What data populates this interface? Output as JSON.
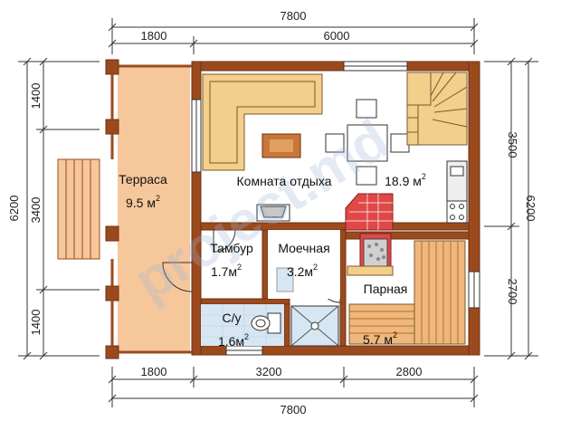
{
  "dimensions": {
    "top_total": "7800",
    "top_left": "1800",
    "top_right": "6000",
    "bottom_total": "7800",
    "bottom_left": "1800",
    "bottom_mid": "3200",
    "bottom_right": "2800",
    "left_total": "6200",
    "left_top": "1400",
    "left_mid": "3400",
    "left_bottom": "1400",
    "right_total": "6200",
    "right_top": "3500",
    "right_bottom": "2700"
  },
  "rooms": {
    "terrace": {
      "name": "Терраса",
      "area": "9.5 м",
      "sup": "2"
    },
    "living": {
      "name": "Комната отдыха",
      "area": "18.9 м",
      "sup": "2"
    },
    "vestibule": {
      "name": "Тамбур",
      "area": "1.7м",
      "sup": "2"
    },
    "washroom": {
      "name": "Моечная",
      "area": "3.2м",
      "sup": "2"
    },
    "steam": {
      "name": "Парная",
      "area": "5.7 м",
      "sup": "2"
    },
    "toilet": {
      "name": "С/у",
      "area": "1.6м",
      "sup": "2"
    }
  },
  "watermark": "project.md",
  "colors": {
    "log": "#9b4a1e",
    "log_dark": "#6e3010",
    "terrace": "#f6c79b",
    "floor": "#ffffff",
    "sofa": "#f2cf8a",
    "tile": "#e04848",
    "wood": "#f0b77c",
    "bath": "#d6e6f2",
    "accent_line": "#2a2a2a"
  }
}
